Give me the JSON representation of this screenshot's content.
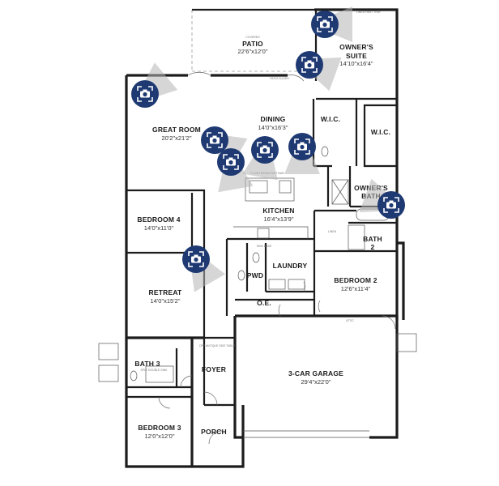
{
  "rooms": {
    "patio": {
      "name": "PATIO",
      "dim": "22'6\"x12'0\""
    },
    "owners_suite": {
      "name": "OWNER'S",
      "name2": "SUITE",
      "dim": "14'10\"x16'4\""
    },
    "great_room": {
      "name": "GREAT ROOM",
      "dim": "20'2\"x21'2\""
    },
    "dining": {
      "name": "DINING",
      "dim": "14'0\"x16'3\""
    },
    "wic_1": {
      "name": "W.I.C."
    },
    "wic_2": {
      "name": "W.I.C."
    },
    "owners_bath": {
      "name": "OWNER'S",
      "name2": "BATH"
    },
    "bedroom4": {
      "name": "BEDROOM 4",
      "dim": "14'0\"x11'0\""
    },
    "kitchen": {
      "name": "KITCHEN",
      "dim": "16'4\"x13'9\""
    },
    "bath2": {
      "name": "BATH",
      "name2": "2"
    },
    "pwd": {
      "name": "PWD"
    },
    "laundry": {
      "name": "LAUNDRY"
    },
    "bedroom2": {
      "name": "BEDROOM 2",
      "dim": "12'6\"x11'4\""
    },
    "retreat": {
      "name": "RETREAT",
      "dim": "14'0\"x15'2\""
    },
    "oe": {
      "name": "O.E."
    },
    "bath3": {
      "name": "BATH 3"
    },
    "foyer": {
      "name": "FOYER"
    },
    "garage": {
      "name": "3-CAR GARAGE",
      "dim": "29'4\"x22'0\""
    },
    "bedroom3": {
      "name": "BEDROOM 3",
      "dim": "12'0\"x12'0\""
    },
    "porch": {
      "name": "PORCH"
    }
  },
  "camera_markers": [
    {
      "id": "suite-top",
      "label": "owners-suite-photo"
    },
    {
      "id": "suite-mid",
      "label": "owners-suite-photo-2"
    },
    {
      "id": "great-room",
      "label": "great-room-photo"
    },
    {
      "id": "dining-1",
      "label": "dining-photo"
    },
    {
      "id": "kitchen-1",
      "label": "kitchen-photo"
    },
    {
      "id": "dining-2",
      "label": "dining-photo-2"
    },
    {
      "id": "dining-3",
      "label": "dining-photo-3"
    },
    {
      "id": "owners-bath",
      "label": "owners-bath-photo"
    },
    {
      "id": "retreat",
      "label": "retreat-photo"
    }
  ],
  "colors": {
    "marker": "#1f3a73",
    "marker_icon": "#ffffff",
    "wall": "#1c1c1c",
    "background": "#ffffff"
  }
}
